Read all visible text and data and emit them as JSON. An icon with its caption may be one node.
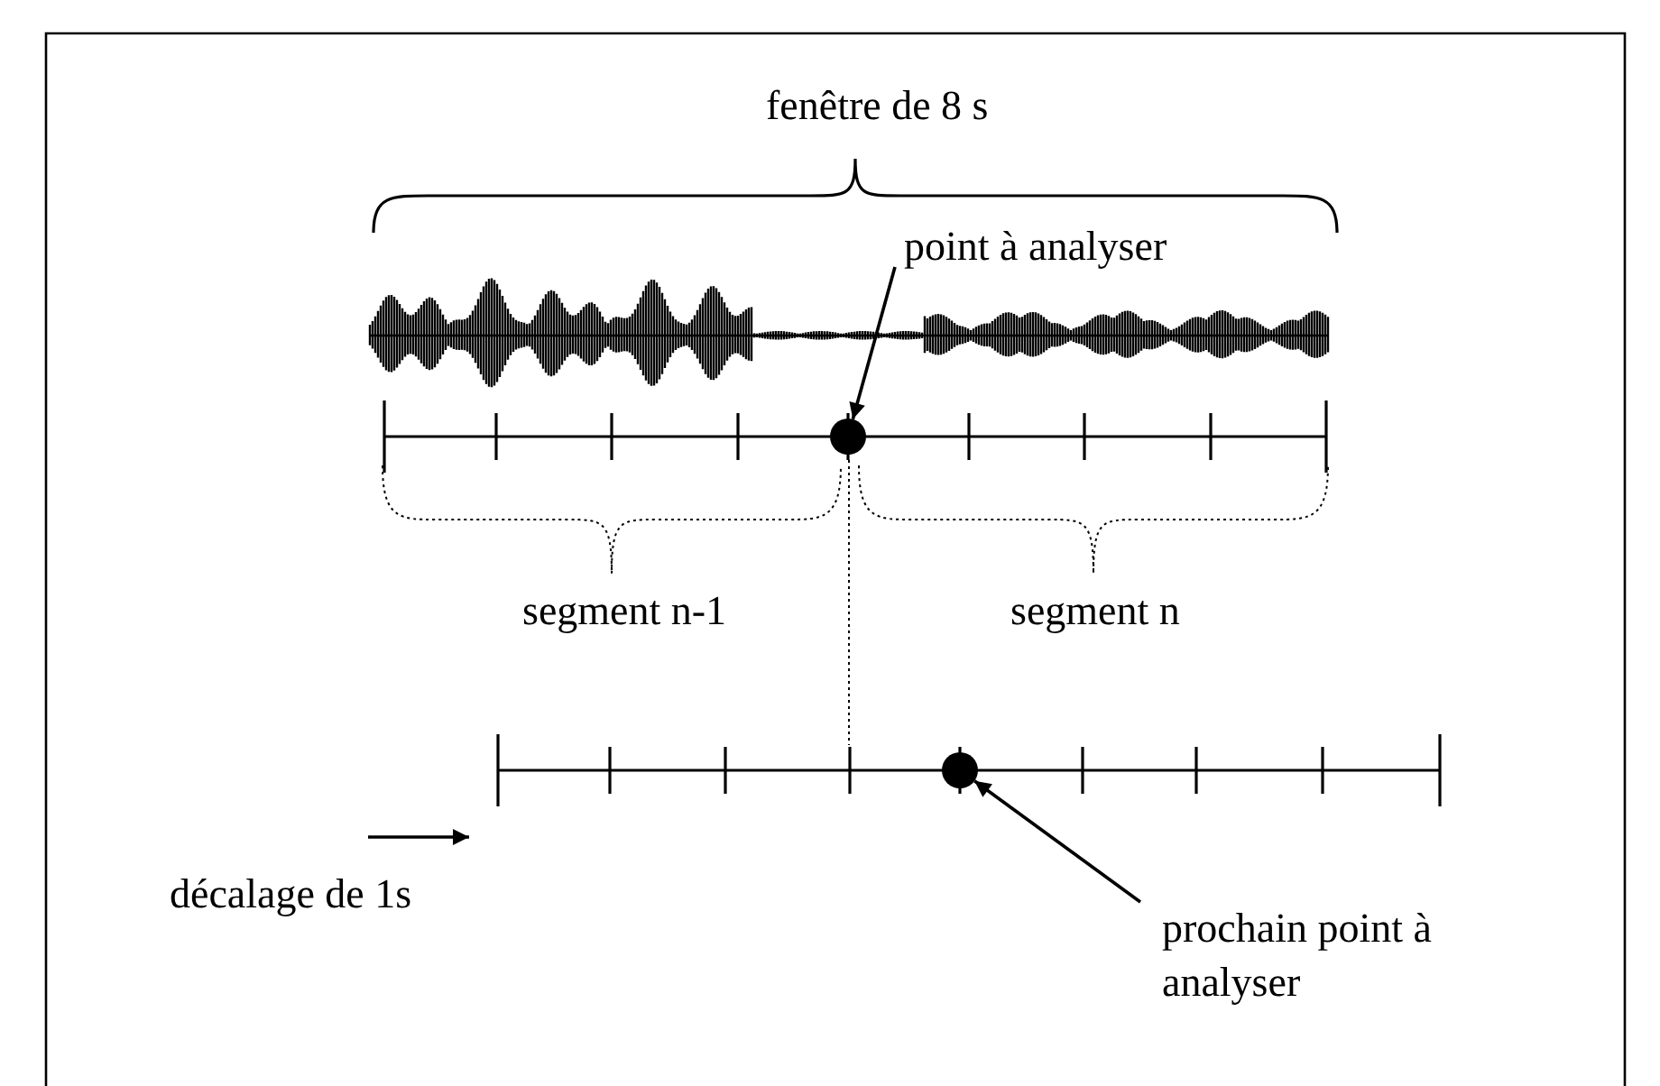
{
  "diagram": {
    "nodes": [
      {
        "text": [
          "point à analyser"
        ]
      },
      {
        "text": [],
        "shape": "circle"
      },
      {
        "text": [],
        "shape": "circle"
      },
      {
        "text": [
          "prochain point à analyser"
        ]
      }
    ],
    "edges": [
      {
        "from": 0,
        "to": 1,
        "arrow": "to"
      },
      {
        "from": 3,
        "to": 2,
        "arrow": "to"
      }
    ],
    "labels": [
      "fenêtre de 8 s",
      "segment n-1",
      "segment n",
      "décalage de 1s"
    ]
  }
}
